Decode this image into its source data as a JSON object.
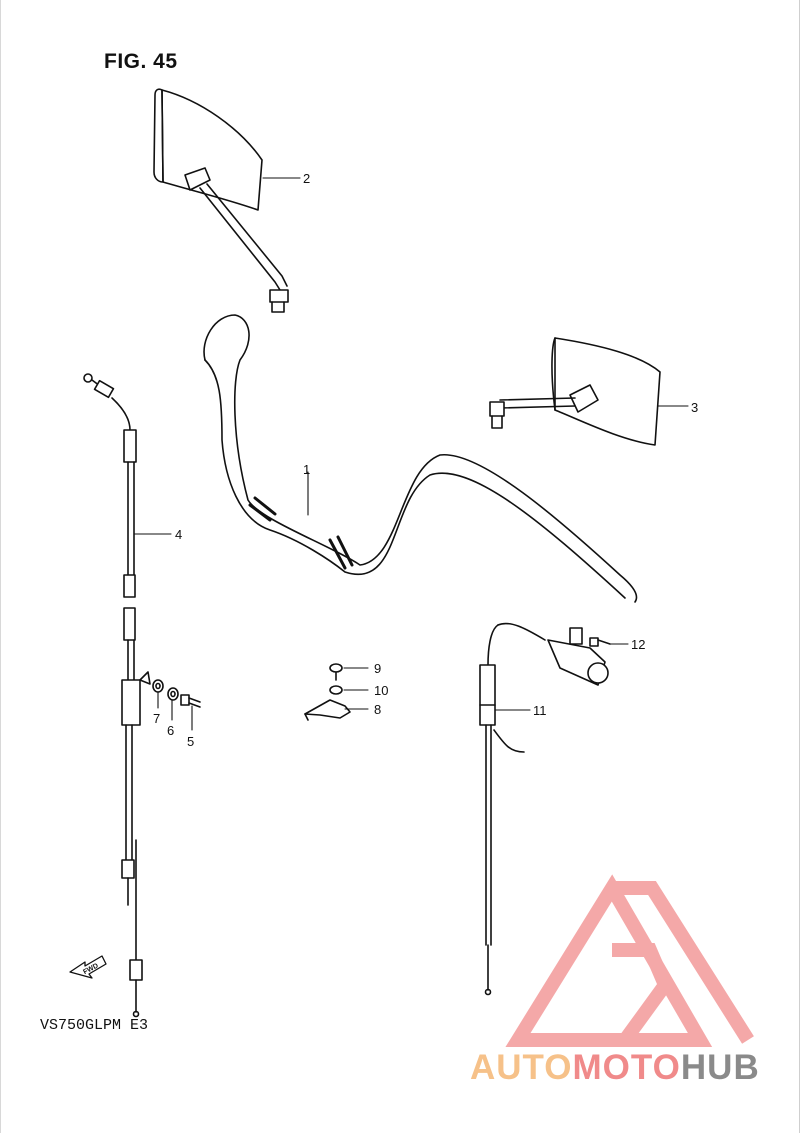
{
  "figure": {
    "title": "FIG. 45",
    "model_code": "VS750GLPM E3",
    "fwd_label": "FWD"
  },
  "callouts": [
    "1",
    "2",
    "3",
    "4",
    "5",
    "6",
    "7",
    "8",
    "9",
    "10",
    "11",
    "12"
  ],
  "watermark": {
    "part1": "AUTO",
    "part2": "MOTO",
    "part3": "HUB",
    "colors": {
      "auto": "#f6c189",
      "moto": "#f08a8a",
      "hub": "#8a8a8a",
      "triangle": "#f39a9a"
    }
  },
  "colors": {
    "line": "#111111",
    "paper": "#ffffff"
  }
}
